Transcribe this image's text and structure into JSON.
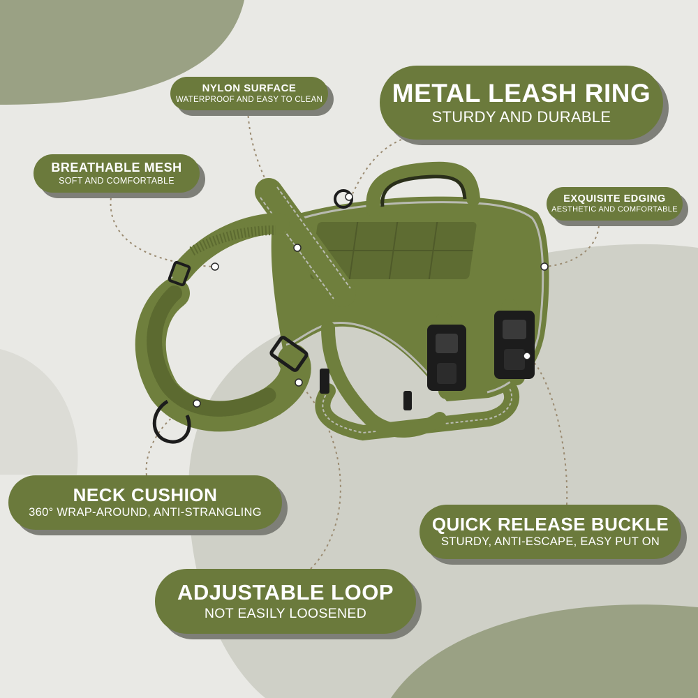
{
  "colors": {
    "background": "#e9e9e5",
    "blob_dark": "#9aa184",
    "blob_light": "#cfd0c7",
    "callout_fill": "#6b7a3c",
    "callout_shadow": "#7e7f78",
    "harness_green": "#6f7f3d",
    "reflective_trim": "#b9bbb2",
    "buckle_black": "#1c1c1c"
  },
  "callouts": {
    "nylon": {
      "title": "NYLON SURFACE",
      "subtitle": "WATERPROOF AND EASY TO CLEAN"
    },
    "metal": {
      "title": "METAL LEASH RING",
      "subtitle": "STURDY AND DURABLE"
    },
    "mesh": {
      "title": "BREATHABLE MESH",
      "subtitle": "SOFT AND COMFORTABLE"
    },
    "edge": {
      "title": "EXQUISITE EDGING",
      "subtitle": "AESTHETIC AND COMFORTABLE"
    },
    "neck": {
      "title": "NECK CUSHION",
      "subtitle": "360° WRAP-AROUND, ANTI-STRANGLING"
    },
    "buckle": {
      "title": "QUICK RELEASE BUCKLE",
      "subtitle": "STURDY, ANTI-ESCAPE, EASY PUT ON"
    },
    "loop": {
      "title": "ADJUSTABLE LOOP",
      "subtitle": "NOT EASILY LOOSENED"
    }
  },
  "image": {
    "subject": "dog-harness"
  }
}
